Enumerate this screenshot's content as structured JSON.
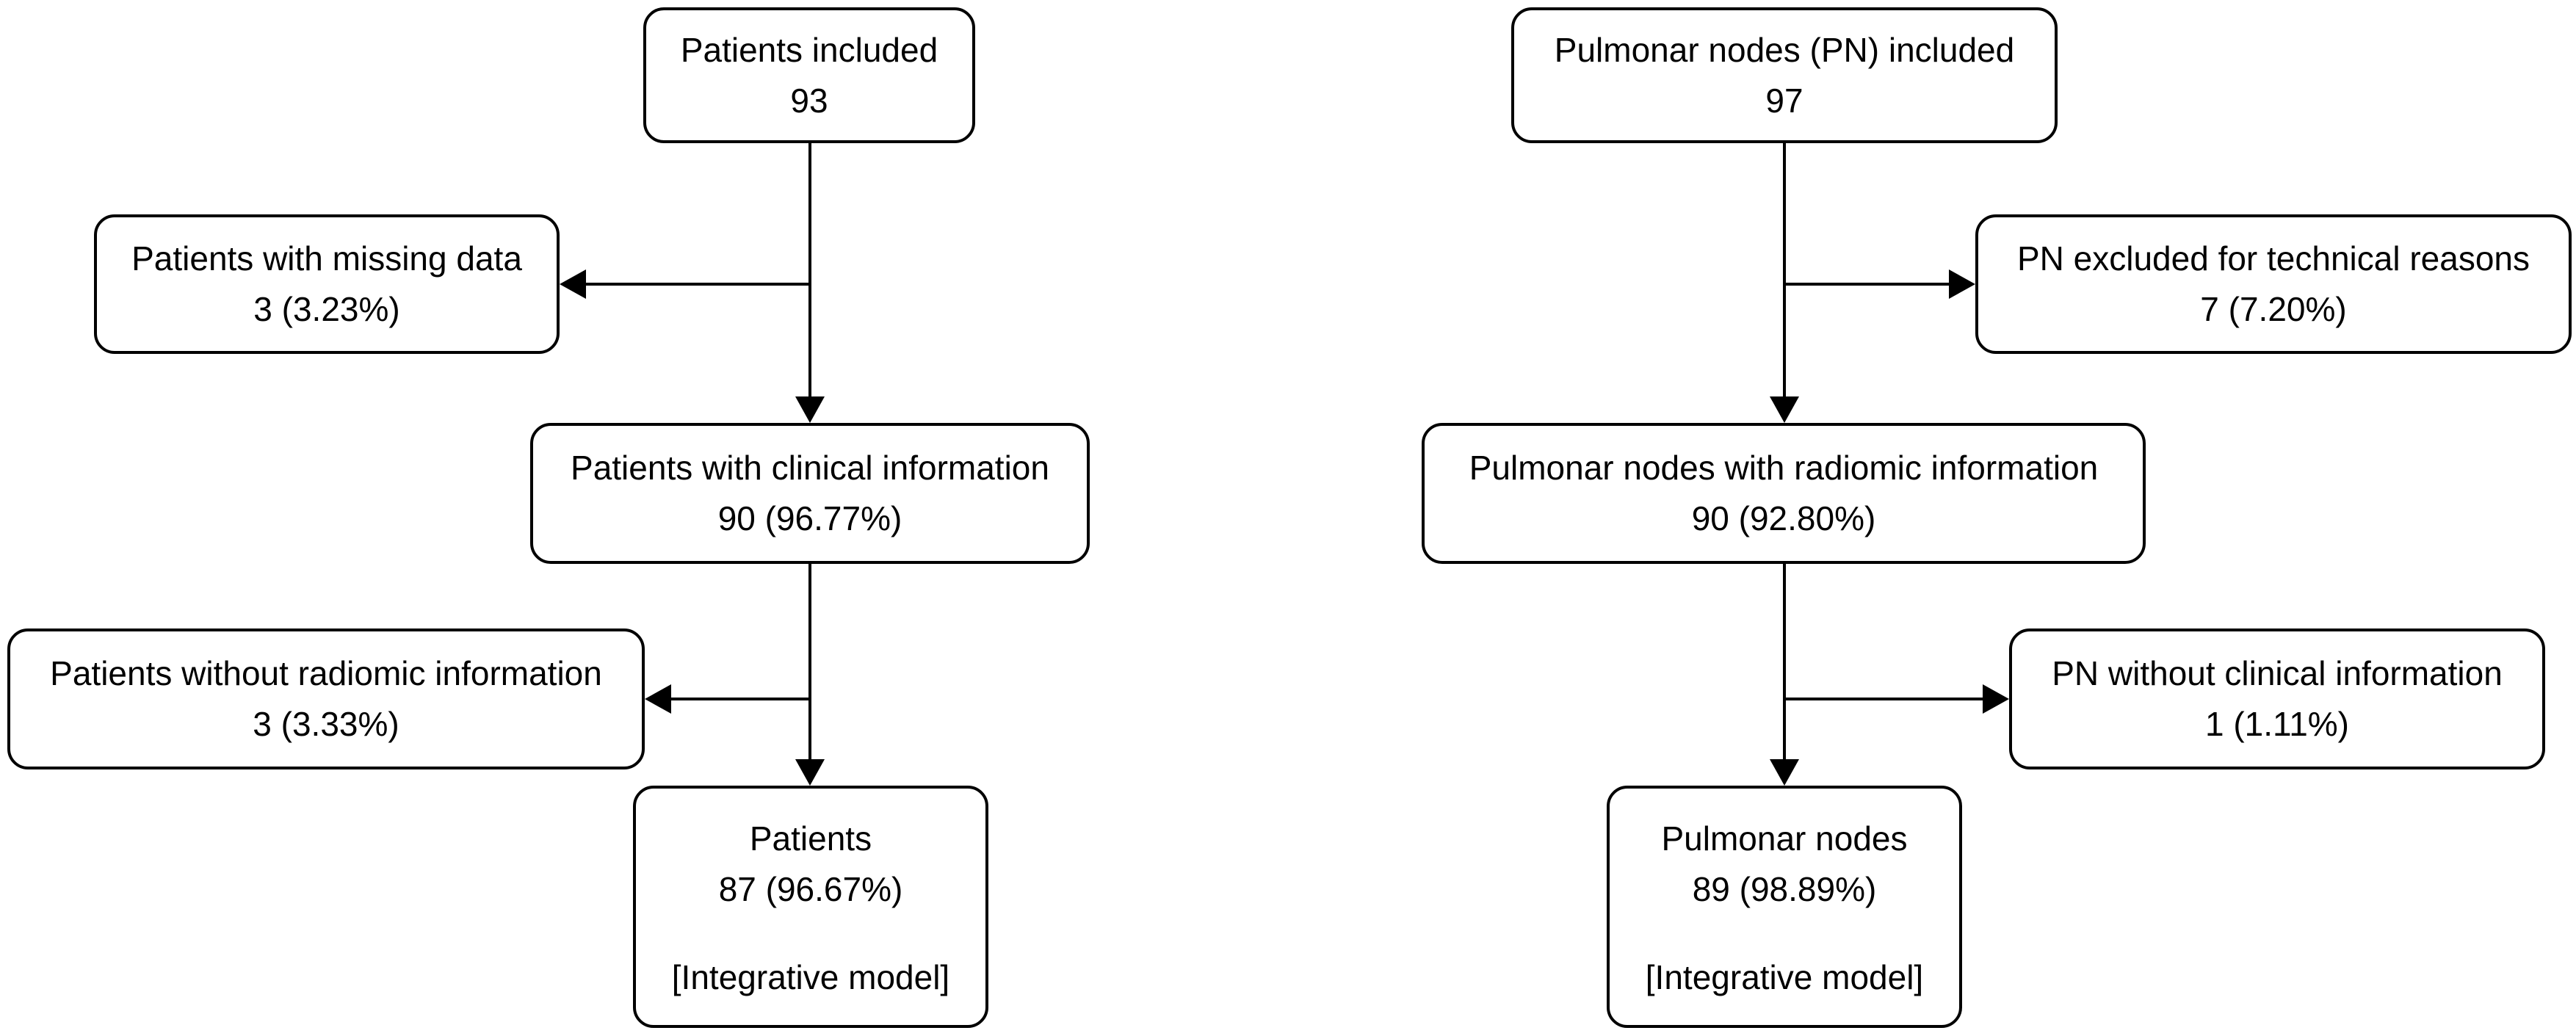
{
  "colors": {
    "background": "#ffffff",
    "box_fill": "#ffffff",
    "box_border": "#000000",
    "text": "#000000",
    "line": "#000000"
  },
  "flowchart": {
    "left": {
      "nodes": {
        "included": {
          "title": "Patients included",
          "value": "93"
        },
        "missing_data": {
          "title": "Patients with missing data",
          "value": "3 (3.23%)"
        },
        "clinical_info": {
          "title": "Patients with clinical information",
          "value": "90 (96.77%)"
        },
        "without_radiomic": {
          "title": "Patients without radiomic information",
          "value": "3 (3.33%)"
        },
        "final": {
          "title": "Patients",
          "value": "87 (96.67%)",
          "model": "[Integrative model]"
        }
      }
    },
    "right": {
      "nodes": {
        "included": {
          "title": "Pulmonar nodes (PN) included",
          "value": "97"
        },
        "excluded_technical": {
          "title": "PN excluded for technical reasons",
          "value": "7 (7.20%)"
        },
        "radiomic_info": {
          "title": "Pulmonar nodes with radiomic information",
          "value": "90 (92.80%)"
        },
        "without_clinical": {
          "title": "PN without clinical information",
          "value": "1 (1.11%)"
        },
        "final": {
          "title": "Pulmonar nodes",
          "value": "89 (98.89%)",
          "model": "[Integrative model]"
        }
      }
    }
  }
}
